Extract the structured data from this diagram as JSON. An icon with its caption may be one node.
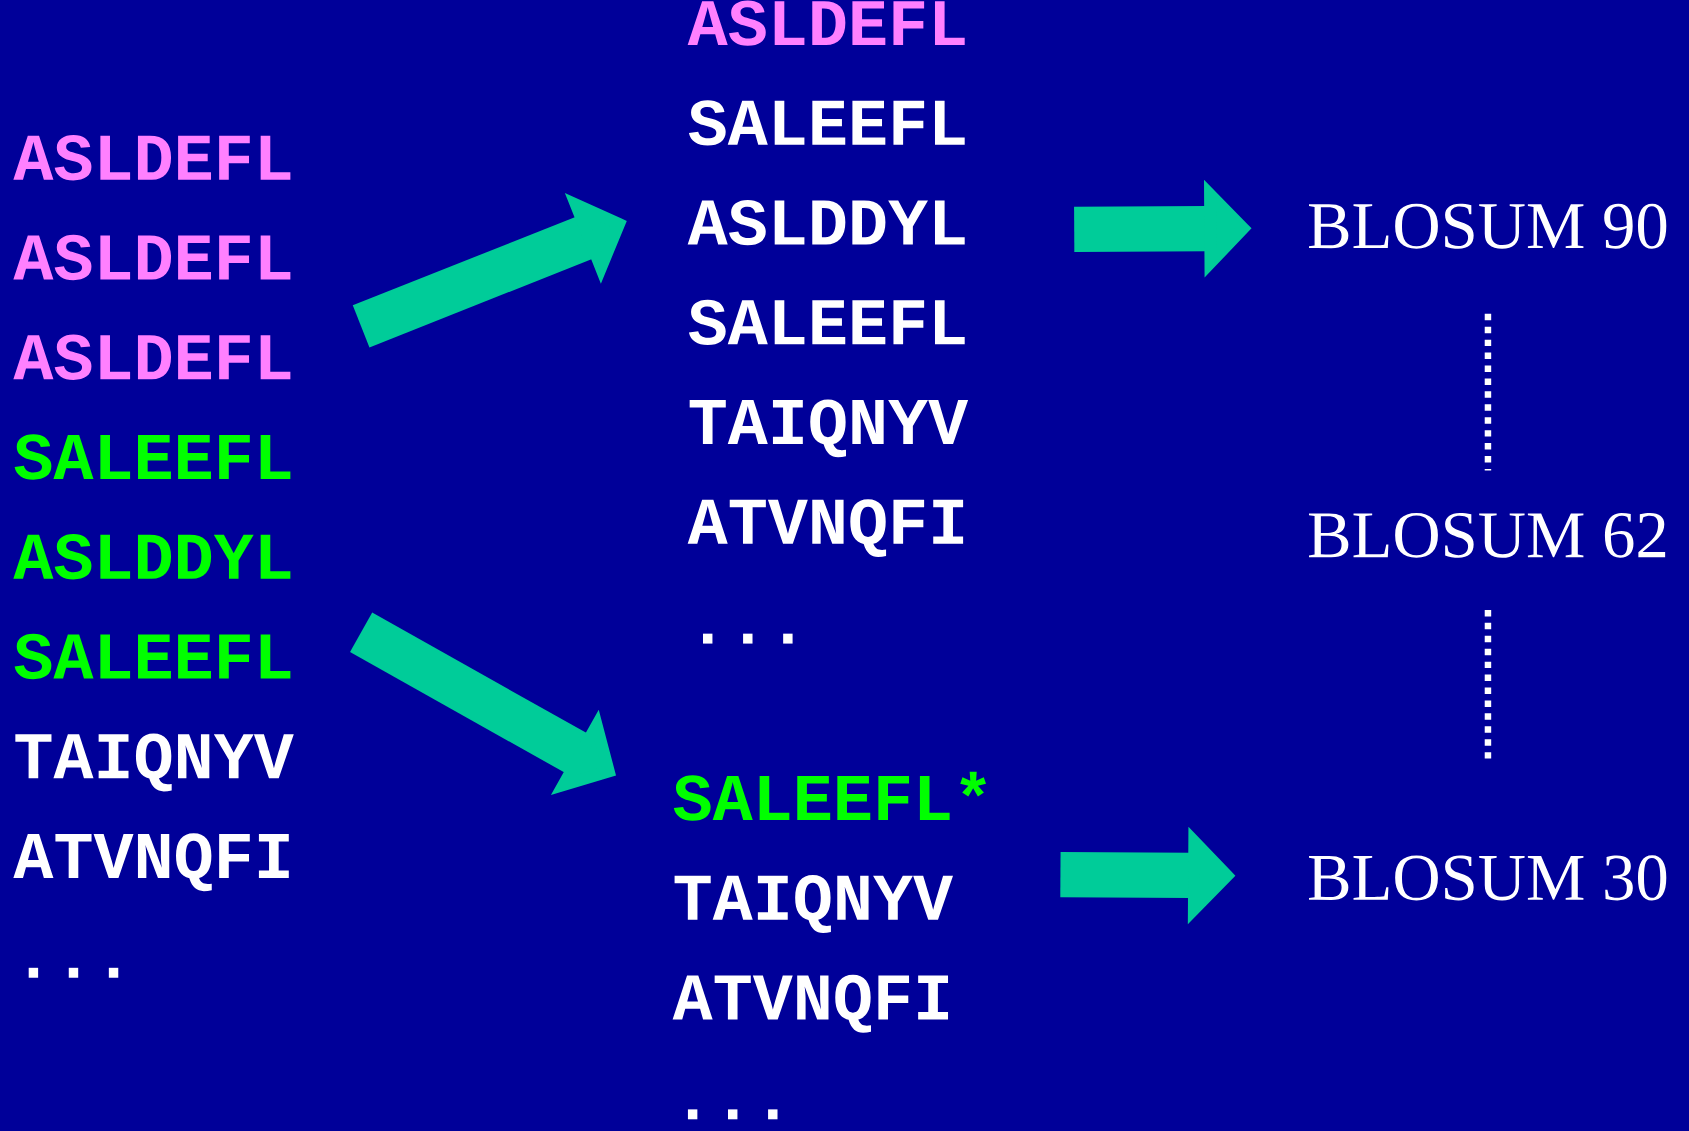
{
  "diagram": {
    "nodes": [
      {
        "text": [
          "ASLDEFL",
          "ASLDEFL",
          "ASLDEFL",
          "SALEEFL",
          "ASLDDYL",
          "SALEEFL",
          "TAIQNYV",
          "ATVNQFI",
          "..."
        ]
      },
      {
        "text": [
          "ASLDEFL",
          "SALEEFL",
          "ASLDDYL",
          "SALEEFL",
          "TAIQNYV",
          "ATVNQFI",
          "..."
        ]
      },
      {
        "text": [
          "SALEEFL*",
          "TAIQNYV",
          "ATVNQFI",
          "..."
        ]
      },
      {
        "text": [
          "BLOSUM 90"
        ]
      },
      {
        "text": [
          "BLOSUM 62"
        ]
      },
      {
        "text": [
          "BLOSUM 30"
        ]
      }
    ],
    "edges": [
      {
        "from": 0,
        "to": 1,
        "arrow": "to"
      },
      {
        "from": 0,
        "to": 2,
        "arrow": "to"
      },
      {
        "from": 1,
        "to": 3,
        "arrow": "to"
      },
      {
        "from": 2,
        "to": 5,
        "arrow": "to"
      },
      {
        "from": 3,
        "to": 4,
        "arrow": "none",
        "style": "dashed",
        "color": "#ffffff"
      },
      {
        "from": 4,
        "to": 5,
        "arrow": "none",
        "style": "dashed",
        "color": "#ffffff"
      }
    ]
  }
}
